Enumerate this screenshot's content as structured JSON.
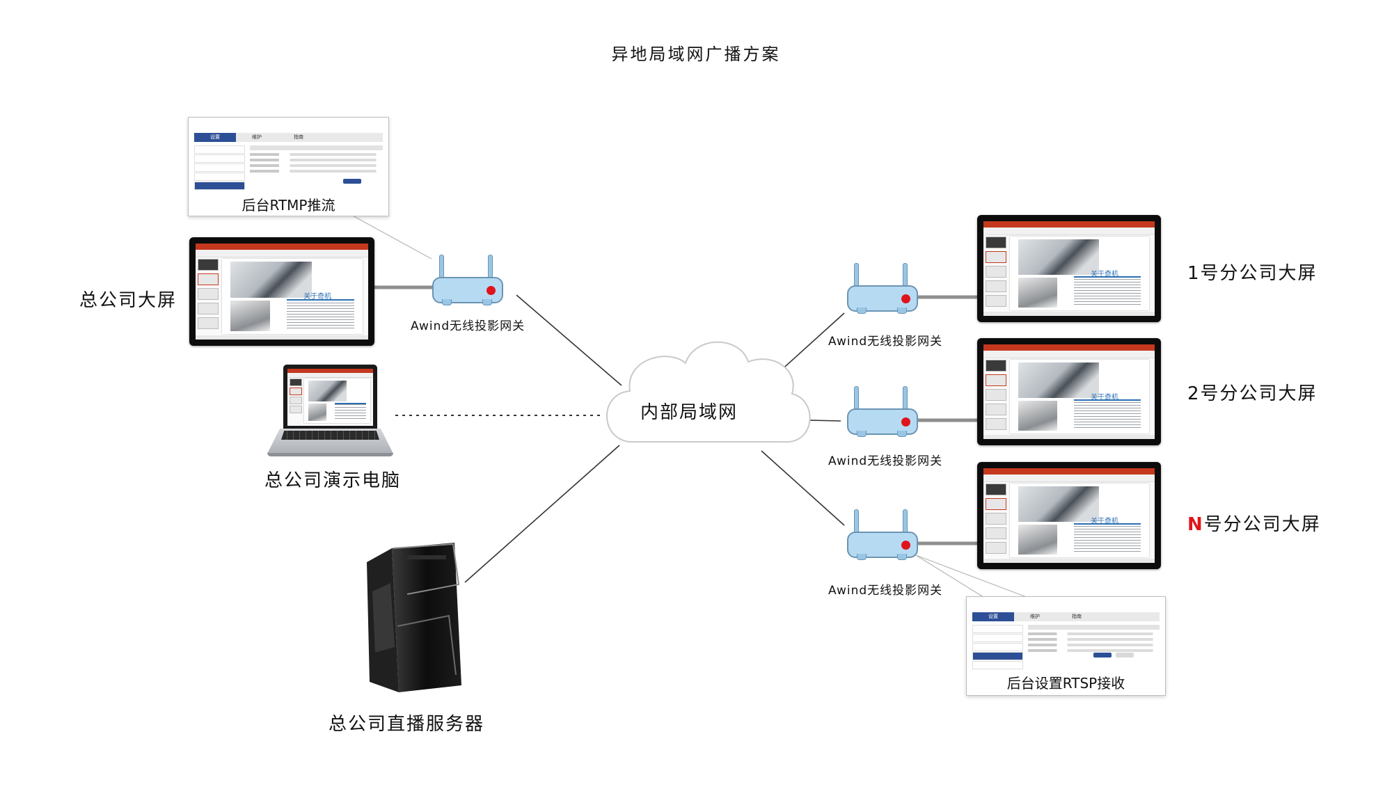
{
  "title": "异地局域网广播方案",
  "cloud": {
    "label": "内部局域网"
  },
  "hq": {
    "screen_label": "总公司大屏",
    "laptop_label": "总公司演示电脑",
    "server_label": "总公司直播服务器",
    "gateway_label": "Awind无线投影网关"
  },
  "branches": [
    {
      "prefix": "1",
      "label": "号分公司大屏",
      "gateway_label": "Awind无线投影网关"
    },
    {
      "prefix": "2",
      "label": "号分公司大屏",
      "gateway_label": "Awind无线投影网关"
    },
    {
      "prefix": "N",
      "label": "号分公司大屏",
      "gateway_label": "Awind无线投影网关"
    }
  ],
  "panels": {
    "rtmp": {
      "caption": "后台RTMP推流",
      "tabs": [
        "设置",
        "维护",
        "指南"
      ]
    },
    "rtsp": {
      "caption": "后台设置RTSP接收",
      "tabs": [
        "设置",
        "维护",
        "指南"
      ]
    }
  },
  "slide": {
    "heading_prefix": "关于",
    "heading_accent": "奇机"
  },
  "colors": {
    "accent_red": "#e0141c",
    "gateway_blue": "#b7daf3",
    "tab_blue": "#2c4f96"
  }
}
